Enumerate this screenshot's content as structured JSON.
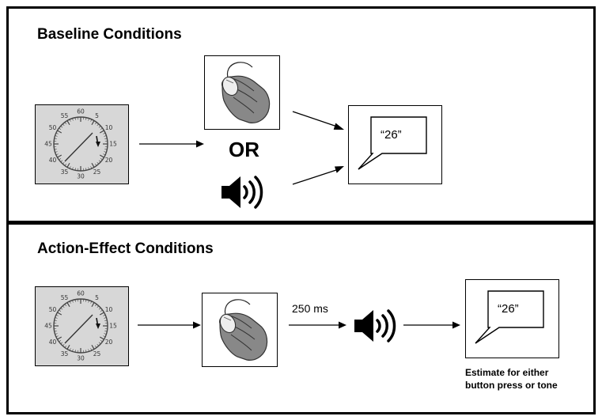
{
  "panels": {
    "baseline": {
      "title": "Baseline Conditions",
      "or_label": "OR",
      "bubble_text": "“26”"
    },
    "action_effect": {
      "title": "Action-Effect Conditions",
      "delay_label": "250 ms",
      "bubble_text": "“26”",
      "caption_line1": "Estimate for either",
      "caption_line2": "button press or tone"
    }
  },
  "clock_numbers": [
    "60",
    "5",
    "10",
    "15",
    "20",
    "25",
    "30",
    "35",
    "40",
    "45",
    "50",
    "55"
  ],
  "icons": {
    "clock": "stopwatch-clock-icon",
    "mouse": "hand-on-mouse-icon",
    "speaker": "speaker-sound-icon",
    "bubble": "speech-bubble-icon"
  },
  "colors": {
    "clock_bg": "#d7d7d7",
    "panel_border": "#000000"
  }
}
